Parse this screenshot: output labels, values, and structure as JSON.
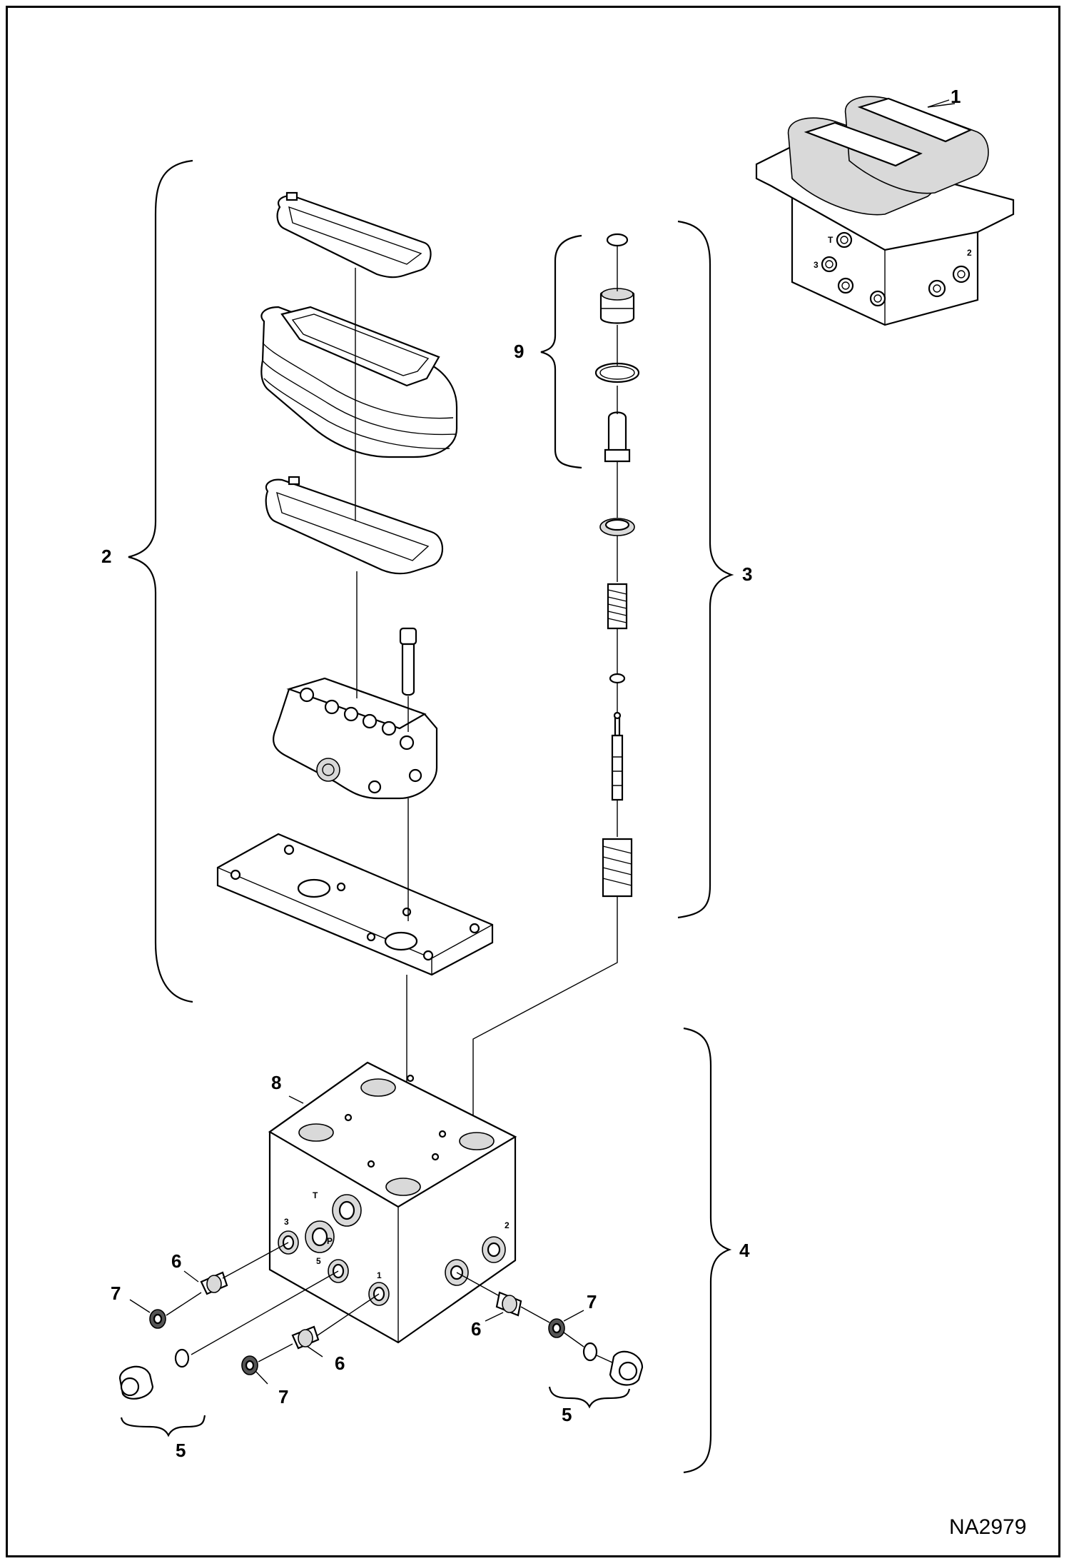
{
  "drawing_code": "NA2979",
  "callouts": [
    {
      "id": "1",
      "text": "1"
    },
    {
      "id": "2",
      "text": "2"
    },
    {
      "id": "3",
      "text": "3"
    },
    {
      "id": "4",
      "text": "4"
    },
    {
      "id": "5",
      "text": "5"
    },
    {
      "id": "6",
      "text": "6"
    },
    {
      "id": "7",
      "text": "7"
    },
    {
      "id": "8",
      "text": "8"
    },
    {
      "id": "9",
      "text": "9"
    }
  ],
  "port_labels": {
    "t": "T",
    "p": "P",
    "p1": "1",
    "p2": "2",
    "p3": "3",
    "p5": "5"
  }
}
